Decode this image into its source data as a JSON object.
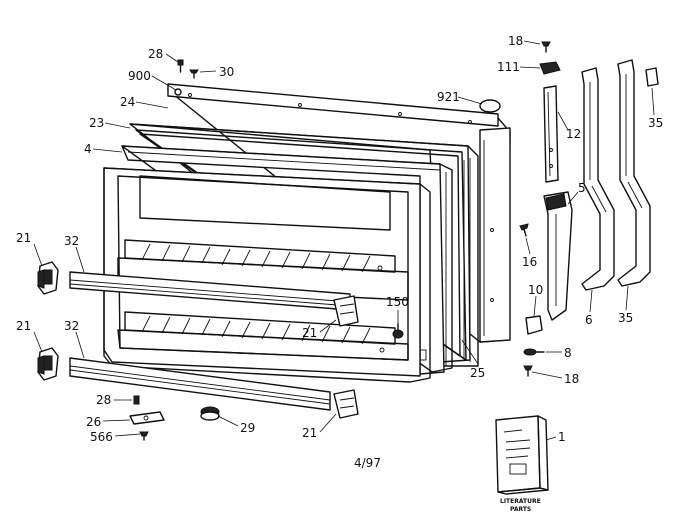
{
  "diagram": {
    "date_code": "4/97",
    "booklet_caption_line1": "LITERATURE",
    "booklet_caption_line2": "PARTS",
    "callouts": {
      "c1": "1",
      "c4": "4",
      "c5": "5",
      "c6": "6",
      "c8": "8",
      "c10": "10",
      "c12": "12",
      "c16": "16",
      "c18a": "18",
      "c18b": "18",
      "c21a": "21",
      "c21b": "21",
      "c21c": "21",
      "c21d": "21",
      "c23": "23",
      "c24": "24",
      "c25": "25",
      "c26": "26",
      "c28a": "28",
      "c28b": "28",
      "c29": "29",
      "c30": "30",
      "c32a": "32",
      "c32b": "32",
      "c35a": "35",
      "c35b": "35",
      "c111": "111",
      "c150": "150",
      "c566": "566",
      "c900": "900",
      "c921": "921"
    }
  }
}
